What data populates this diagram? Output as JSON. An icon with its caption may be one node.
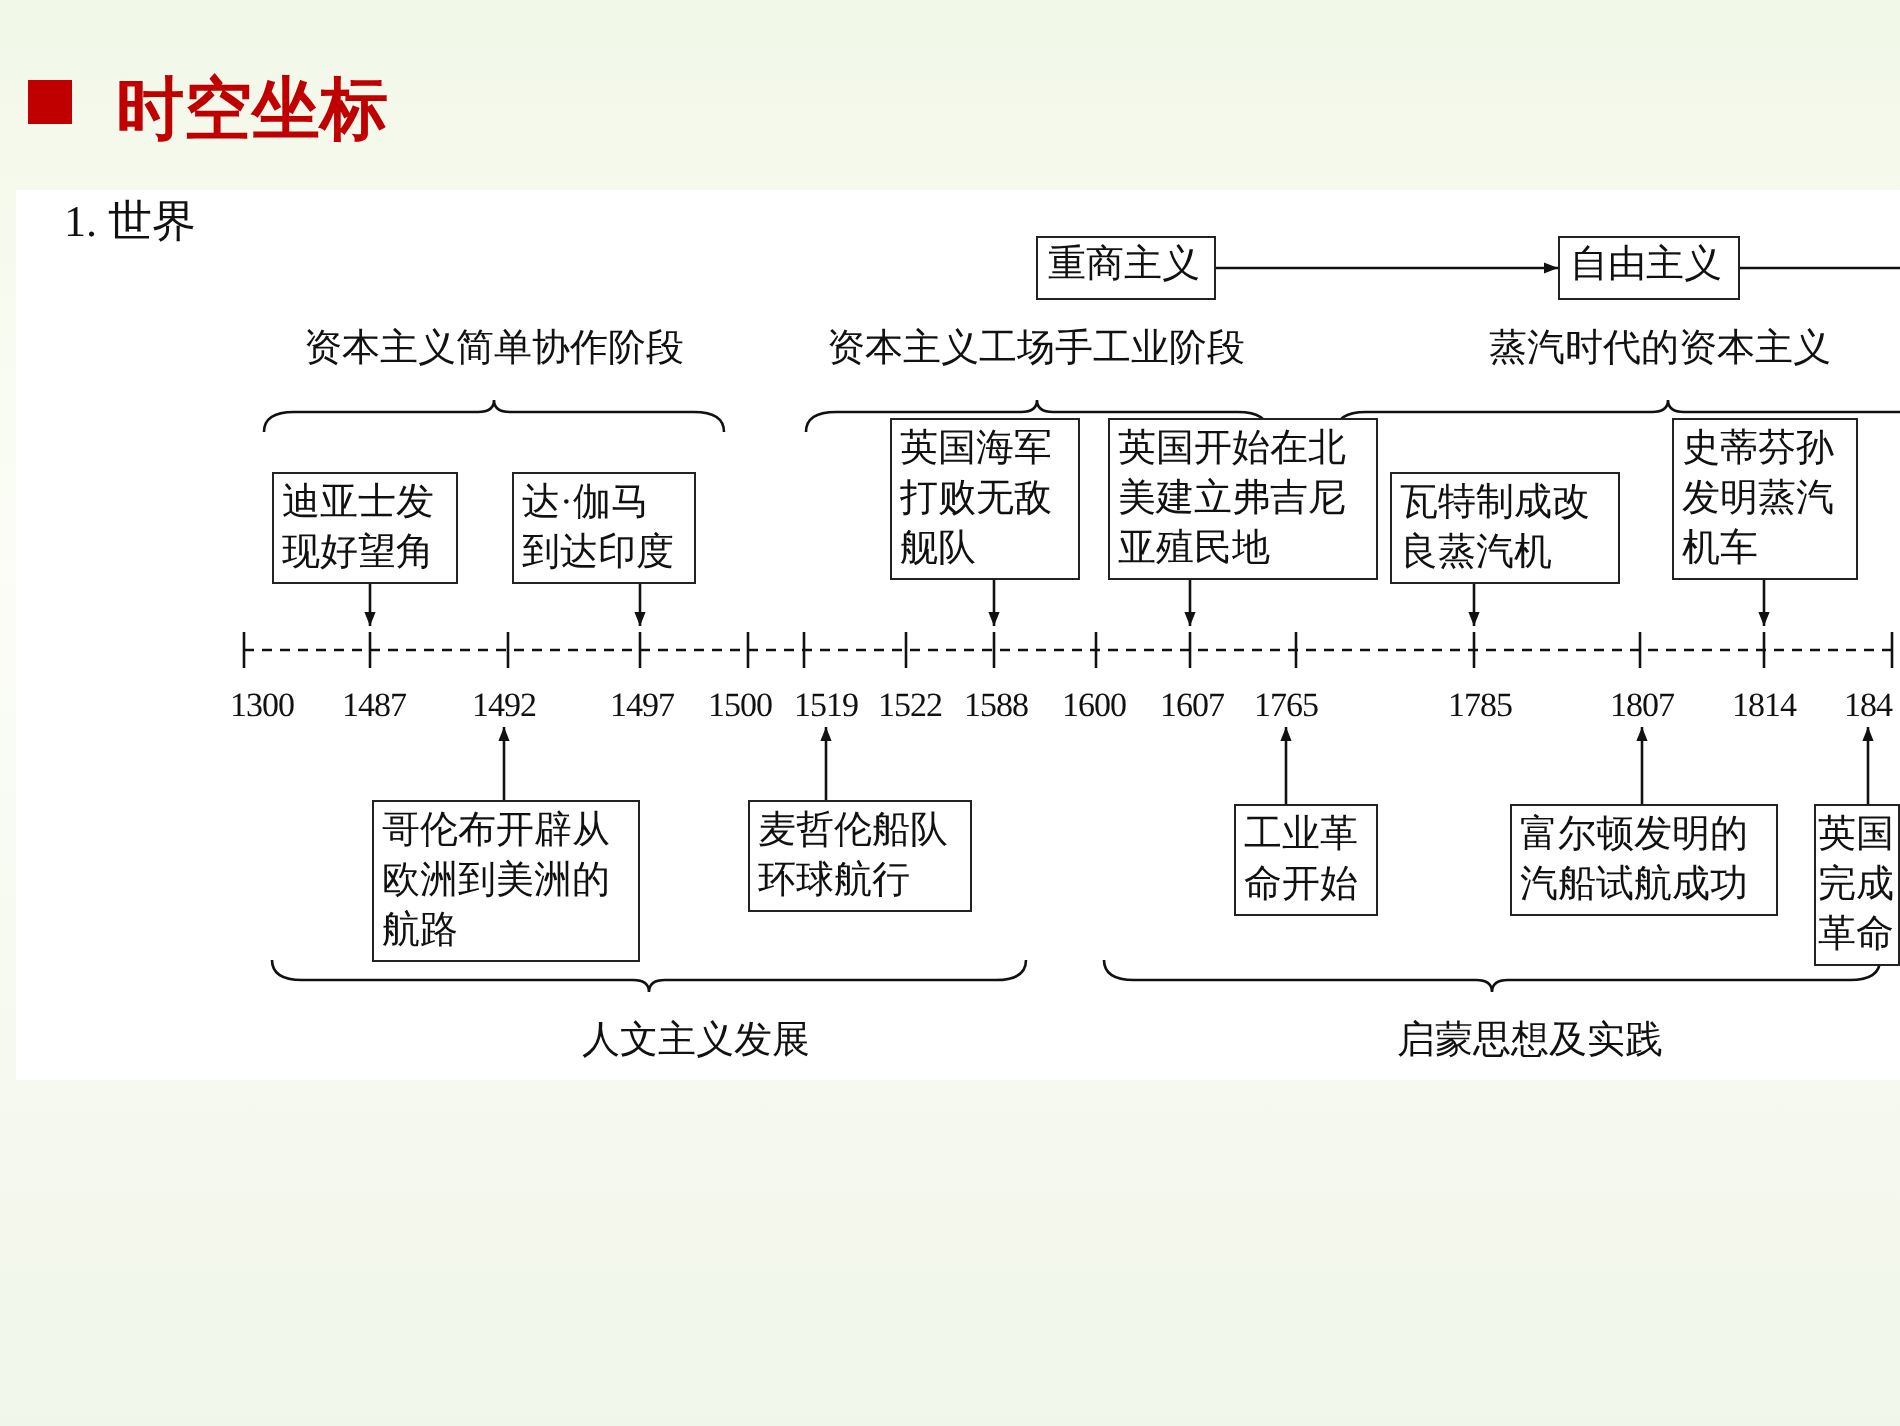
{
  "diagram": {
    "title": "时空坐标",
    "nodes": [
      {
        "text": [
          "重商主义"
        ]
      },
      {
        "text": [
          "自由主义"
        ]
      },
      {
        "text": [
          "迪亚士发现好望角"
        ]
      },
      {
        "text": [
          "达·伽马到达印度"
        ]
      },
      {
        "text": [
          "英国海军打败无敌舰队"
        ]
      },
      {
        "text": [
          "英国开始在北美建立弗吉尼亚殖民地"
        ]
      },
      {
        "text": [
          "瓦特制成改良蒸汽机"
        ]
      },
      {
        "text": [
          "史蒂芬孙发明蒸汽机车"
        ]
      },
      {
        "text": [
          "哥伦布开辟从欧洲到美洲的航路"
        ]
      },
      {
        "text": [
          "麦哲伦船队环球航行"
        ]
      },
      {
        "text": [
          "工业革命开始"
        ]
      },
      {
        "text": [
          "富尔顿发明的汽船试航成功"
        ]
      },
      {
        "text": [
          "英国完成革命"
        ]
      },
      {
        "text": [
          "1492"
        ]
      },
      {
        "text": [
          "1519"
        ]
      },
      {
        "text": [
          "1765"
        ]
      },
      {
        "text": [
          "1807"
        ]
      },
      {
        "text": [
          "184"
        ]
      }
    ],
    "edges": [
      {
        "from": 0,
        "to": 1,
        "arrow": "to"
      },
      {
        "from": 1,
        "to": null,
        "arrow": "none"
      },
      {
        "from": 2,
        "to": null,
        "arrow": "to"
      },
      {
        "from": 3,
        "to": null,
        "arrow": "to"
      },
      {
        "from": 4,
        "to": null,
        "arrow": "to"
      },
      {
        "from": 5,
        "to": null,
        "arrow": "to"
      },
      {
        "from": 6,
        "to": null,
        "arrow": "to"
      },
      {
        "from": 7,
        "to": null,
        "arrow": "to"
      },
      {
        "from": 8,
        "to": 13,
        "arrow": "to"
      },
      {
        "from": 9,
        "to": 14,
        "arrow": "to"
      },
      {
        "from": 10,
        "to": 15,
        "arrow": "to"
      },
      {
        "from": 11,
        "to": 16,
        "arrow": "to"
      },
      {
        "from": 12,
        "to": 17,
        "arrow": "to"
      }
    ],
    "labels": [
      "1. 世界",
      "资本主义简单协作阶段",
      "资本主义工场手工业阶段",
      "蒸汽时代的资本主义",
      "1300",
      "1487",
      "1497",
      "1500",
      "1522",
      "1588",
      "1600",
      "1607",
      "1785",
      "1814",
      "人文主义发展",
      "启蒙思想及实践"
    ]
  }
}
